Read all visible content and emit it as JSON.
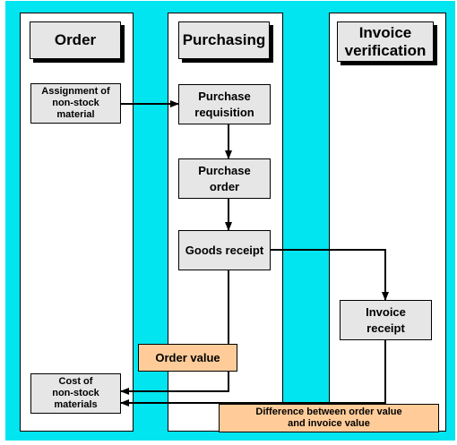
{
  "lanes": {
    "order": "Order",
    "purchasing": "Purchasing",
    "invoice_verification": "Invoice\nverification"
  },
  "boxes": {
    "assignment": "Assignment of\nnon-stock\nmaterial",
    "purchase_requisition": "Purchase\nrequisition",
    "purchase_order": "Purchase\norder",
    "goods_receipt": "Goods receipt",
    "invoice_receipt": "Invoice\nreceipt",
    "cost_nonstock": "Cost of\nnon-stock\nmaterials"
  },
  "notes": {
    "order_value": "Order value",
    "difference": "Difference between order value\nand invoice value"
  },
  "colors": {
    "background": "#00e5ef",
    "box_fill": "#e6e6e6",
    "note_fill": "#ffcc99"
  }
}
